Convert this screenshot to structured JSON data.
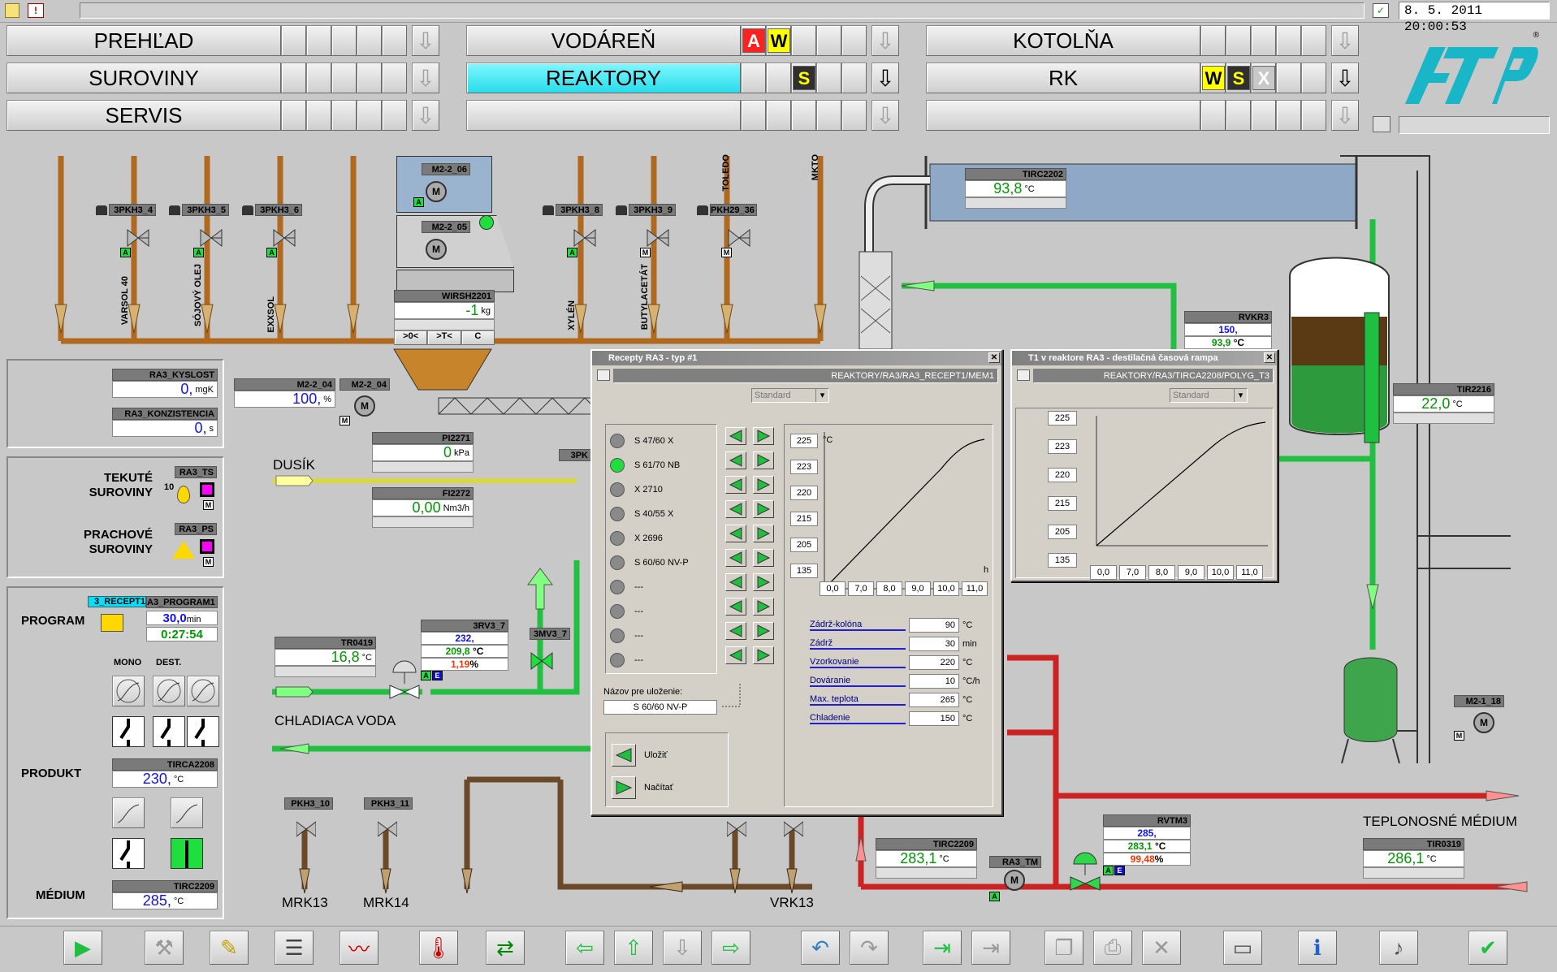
{
  "header": {
    "datetime": "8. 5. 2011 20:00:53"
  },
  "nav": {
    "row1": [
      {
        "label": "PREHĽAD"
      },
      {
        "label": "VODÁREŇ",
        "flags": [
          "A",
          "W"
        ]
      },
      {
        "label": "KOTOLŇA"
      }
    ],
    "row2": [
      {
        "label": "SUROVINY"
      },
      {
        "label": "REAKTORY",
        "flags": [
          "S"
        ],
        "active": true
      },
      {
        "label": "RK",
        "flags": [
          "W",
          "S",
          "X"
        ]
      }
    ],
    "row3": [
      {
        "label": "SERVIS"
      },
      {
        "label": ""
      },
      {
        "label": ""
      }
    ]
  },
  "logo": {
    "text": "ATP",
    "mark": "®"
  },
  "left": {
    "kyslost": {
      "tag": "RA3_KYSLOST",
      "value": "0,",
      "unit": "mgK"
    },
    "konzistencia": {
      "tag": "RA3_KONZISTENCIA",
      "value": "0,",
      "unit": "s"
    },
    "tekute": {
      "label1": "TEKUTÉ",
      "label2": "SUROVINY",
      "tag": "RA3_TS",
      "num": "10"
    },
    "prachove": {
      "label1": "PRACHOVÉ",
      "label2": "SUROVINY",
      "tag": "RA3_PS"
    },
    "program": {
      "label": "PROGRAM",
      "recept_tag": "3_RECEPT1",
      "prog_tag": "A3_PROGRAM1",
      "minutes": "30,0",
      "min_unit": "min",
      "time": "0:27:54"
    },
    "mono": "MONO",
    "dest": "DEST.",
    "produkt": {
      "label": "PRODUKT",
      "tag": "TIRCA2208",
      "value": "230,",
      "unit": "°C"
    },
    "medium": {
      "label": "MÉDIUM",
      "tag": "TIRC2209",
      "value": "285,",
      "unit": "°C"
    }
  },
  "process": {
    "valves_top": [
      "3PKH3_4",
      "3PKH3_5",
      "3PKH3_6",
      "3PKH3_8",
      "3PKH3_9",
      "PKH29_36"
    ],
    "feed_labels": [
      "VARSOL 40",
      "SÓJOVÝ OLEJ",
      "EXXSOL",
      "XYLÉN",
      "BUTYLACETÁT",
      "TOLEDO",
      "MKTO"
    ],
    "m2_2_06": "M2-2_06",
    "m2_2_05": "M2-2_05",
    "wirsh": {
      "tag": "WIRSH2201",
      "value": "-1",
      "unit": "kg",
      "b1": ">0<",
      "b2": ">T<",
      "b3": "C"
    },
    "m2_2_04a": {
      "tag": "M2-2_04",
      "value": "100,",
      "unit": "%"
    },
    "m2_2_04b": "M2-2_04",
    "dusik": "DUSÍK",
    "pi2271": {
      "tag": "PI2271",
      "value": "0",
      "unit": "kPa"
    },
    "fi2272": {
      "tag": "FI2272",
      "value": "0,00",
      "unit": "Nm3/h"
    },
    "pk3": "3PK",
    "tr0419": {
      "tag": "TR0419",
      "value": "16,8",
      "unit": "°C"
    },
    "rv3_7": {
      "tag": "3RV3_7",
      "sp": "232,",
      "pv": "209,8",
      "pv_unit": "°C",
      "out": "1,19",
      "out_unit": "%"
    },
    "mv3_7": "3MV3_7",
    "chladiaca": "CHLADIACA VODA",
    "pkh3_10": "PKH3_10",
    "pkh3_11": "PKH3_11",
    "mrk13": "MRK13",
    "mrk14": "MRK14",
    "vrk13": "VRK13",
    "tirc2202": {
      "tag": "TIRC2202",
      "value": "93,8",
      "unit": "°C"
    },
    "rvkr3": {
      "tag": "RVKR3",
      "sp": "150,",
      "pv": "93,9",
      "unit": "°C"
    },
    "tir2216": {
      "tag": "TIR2216",
      "value": "22,0",
      "unit": "°C"
    },
    "m2_1_18": "M2-1_18",
    "teplonosne": "TEPLONOSNÉ MÉDIUM",
    "tir0319": {
      "tag": "TIR0319",
      "value": "286,1",
      "unit": "°C"
    },
    "tirc2209": {
      "tag": "TIRC2209",
      "value": "283,1",
      "unit": "°C"
    },
    "ra3_tm": "RA3_TM",
    "rvtm3": {
      "tag": "RVTM3",
      "sp": "285,",
      "pv": "283,1",
      "pv_unit": "°C",
      "out": "99,48",
      "out_unit": "%"
    }
  },
  "dialog1": {
    "title": "Recepty RA3 - typ #1",
    "path": "REAKTORY/RA3/RA3_RECEPT1/MEM1",
    "select": "Standard",
    "recipes": [
      {
        "name": "S 47/60 X",
        "on": false
      },
      {
        "name": "S 61/70 NB",
        "on": true
      },
      {
        "name": "X 2710",
        "on": false
      },
      {
        "name": "S 40/55 X",
        "on": false
      },
      {
        "name": "X 2696",
        "on": false
      },
      {
        "name": "S 60/60 NV-P",
        "on": false
      },
      {
        "name": "---",
        "on": false
      },
      {
        "name": "---",
        "on": false
      },
      {
        "name": "---",
        "on": false
      },
      {
        "name": "---",
        "on": false
      }
    ],
    "save_name_label": "Názov pre uloženie:",
    "save_name_value": "S 60/60 NV-P",
    "ulozit": "Uložiť",
    "nacitat": "Načítať",
    "y_ticks": [
      "225",
      "223",
      "220",
      "215",
      "205",
      "135"
    ],
    "y_unit": "°C",
    "x_unit": "h",
    "x_ticks": [
      "0,0",
      "7,0",
      "8,0",
      "9,0",
      "10,0",
      "11,0"
    ],
    "params": [
      {
        "label": "Zádrž-kolóna",
        "value": "90",
        "unit": "°C"
      },
      {
        "label": "Zádrž",
        "value": "30",
        "unit": "min"
      },
      {
        "label": "Vzorkovanie",
        "value": "220",
        "unit": "°C"
      },
      {
        "label": "Dováranie",
        "value": "10",
        "unit": "°C/h"
      },
      {
        "label": "Max. teplota",
        "value": "265",
        "unit": "°C"
      },
      {
        "label": "Chladenie",
        "value": "150",
        "unit": "°C"
      }
    ]
  },
  "dialog2": {
    "title": "T1 v reaktore RA3 - destilačná časová rampa",
    "path": "REAKTORY/RA3/TIRCA2208/POLYG_T3",
    "select": "Standard",
    "y_ticks": [
      "225",
      "223",
      "220",
      "215",
      "205",
      "135"
    ],
    "x_ticks": [
      "0,0",
      "7,0",
      "8,0",
      "9,0",
      "10,0",
      "11,0"
    ]
  },
  "toolbar": [
    "play-icon",
    "tools-icon",
    "notes-icon",
    "report-icon",
    "trend-icon",
    "thermometer-icon",
    "export-icon",
    "arrow-left-icon",
    "arrow-up-icon",
    "arrow-down-icon",
    "arrow-right-icon",
    "undo-icon",
    "redo-icon",
    "login-icon",
    "logout-icon",
    "window-stack-icon",
    "window-print-icon",
    "window-close-icon",
    "monitor-icon",
    "info-icon",
    "sound-icon",
    "acknowledge-icon"
  ]
}
